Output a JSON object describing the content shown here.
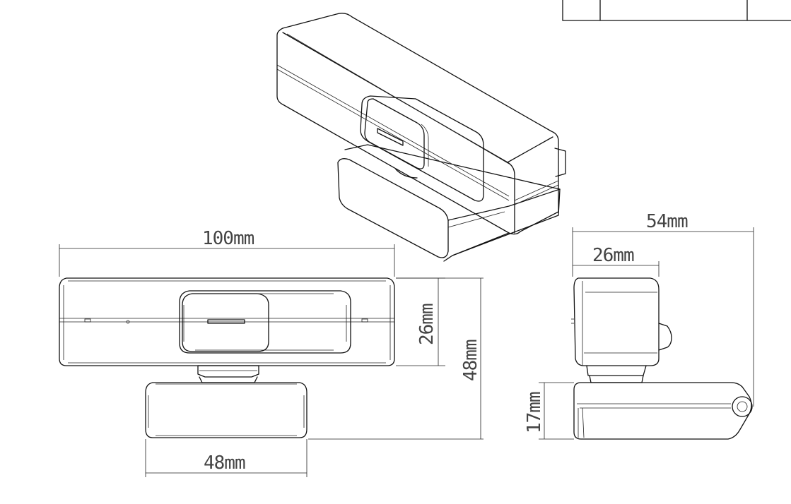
{
  "dimensions": {
    "width_front": "100mm",
    "height_body": "26mm",
    "height_total": "48mm",
    "base_width": "48mm",
    "depth_total": "54mm",
    "depth_body": "26mm",
    "base_height": "17mm"
  }
}
